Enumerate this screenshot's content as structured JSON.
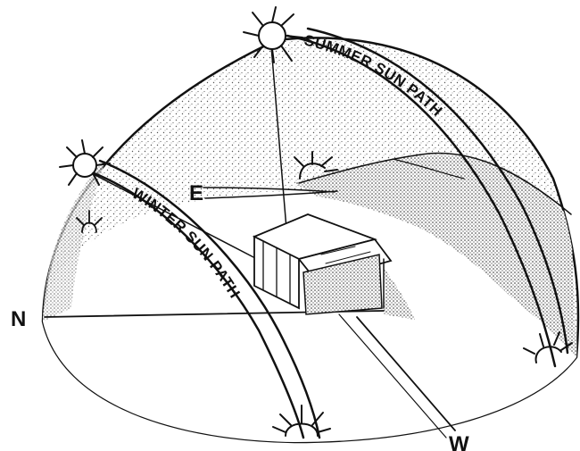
{
  "directions": {
    "north": "N",
    "east": "E",
    "west": "W"
  },
  "paths": {
    "summer": "SUMMER SUN PATH",
    "winter": "WINTER SUN PATH"
  },
  "icons": [
    "sun-icon",
    "house-icon",
    "hills-icon"
  ],
  "colors": {
    "ink": "#111111",
    "background": "#ffffff",
    "stipple": "#555555"
  }
}
